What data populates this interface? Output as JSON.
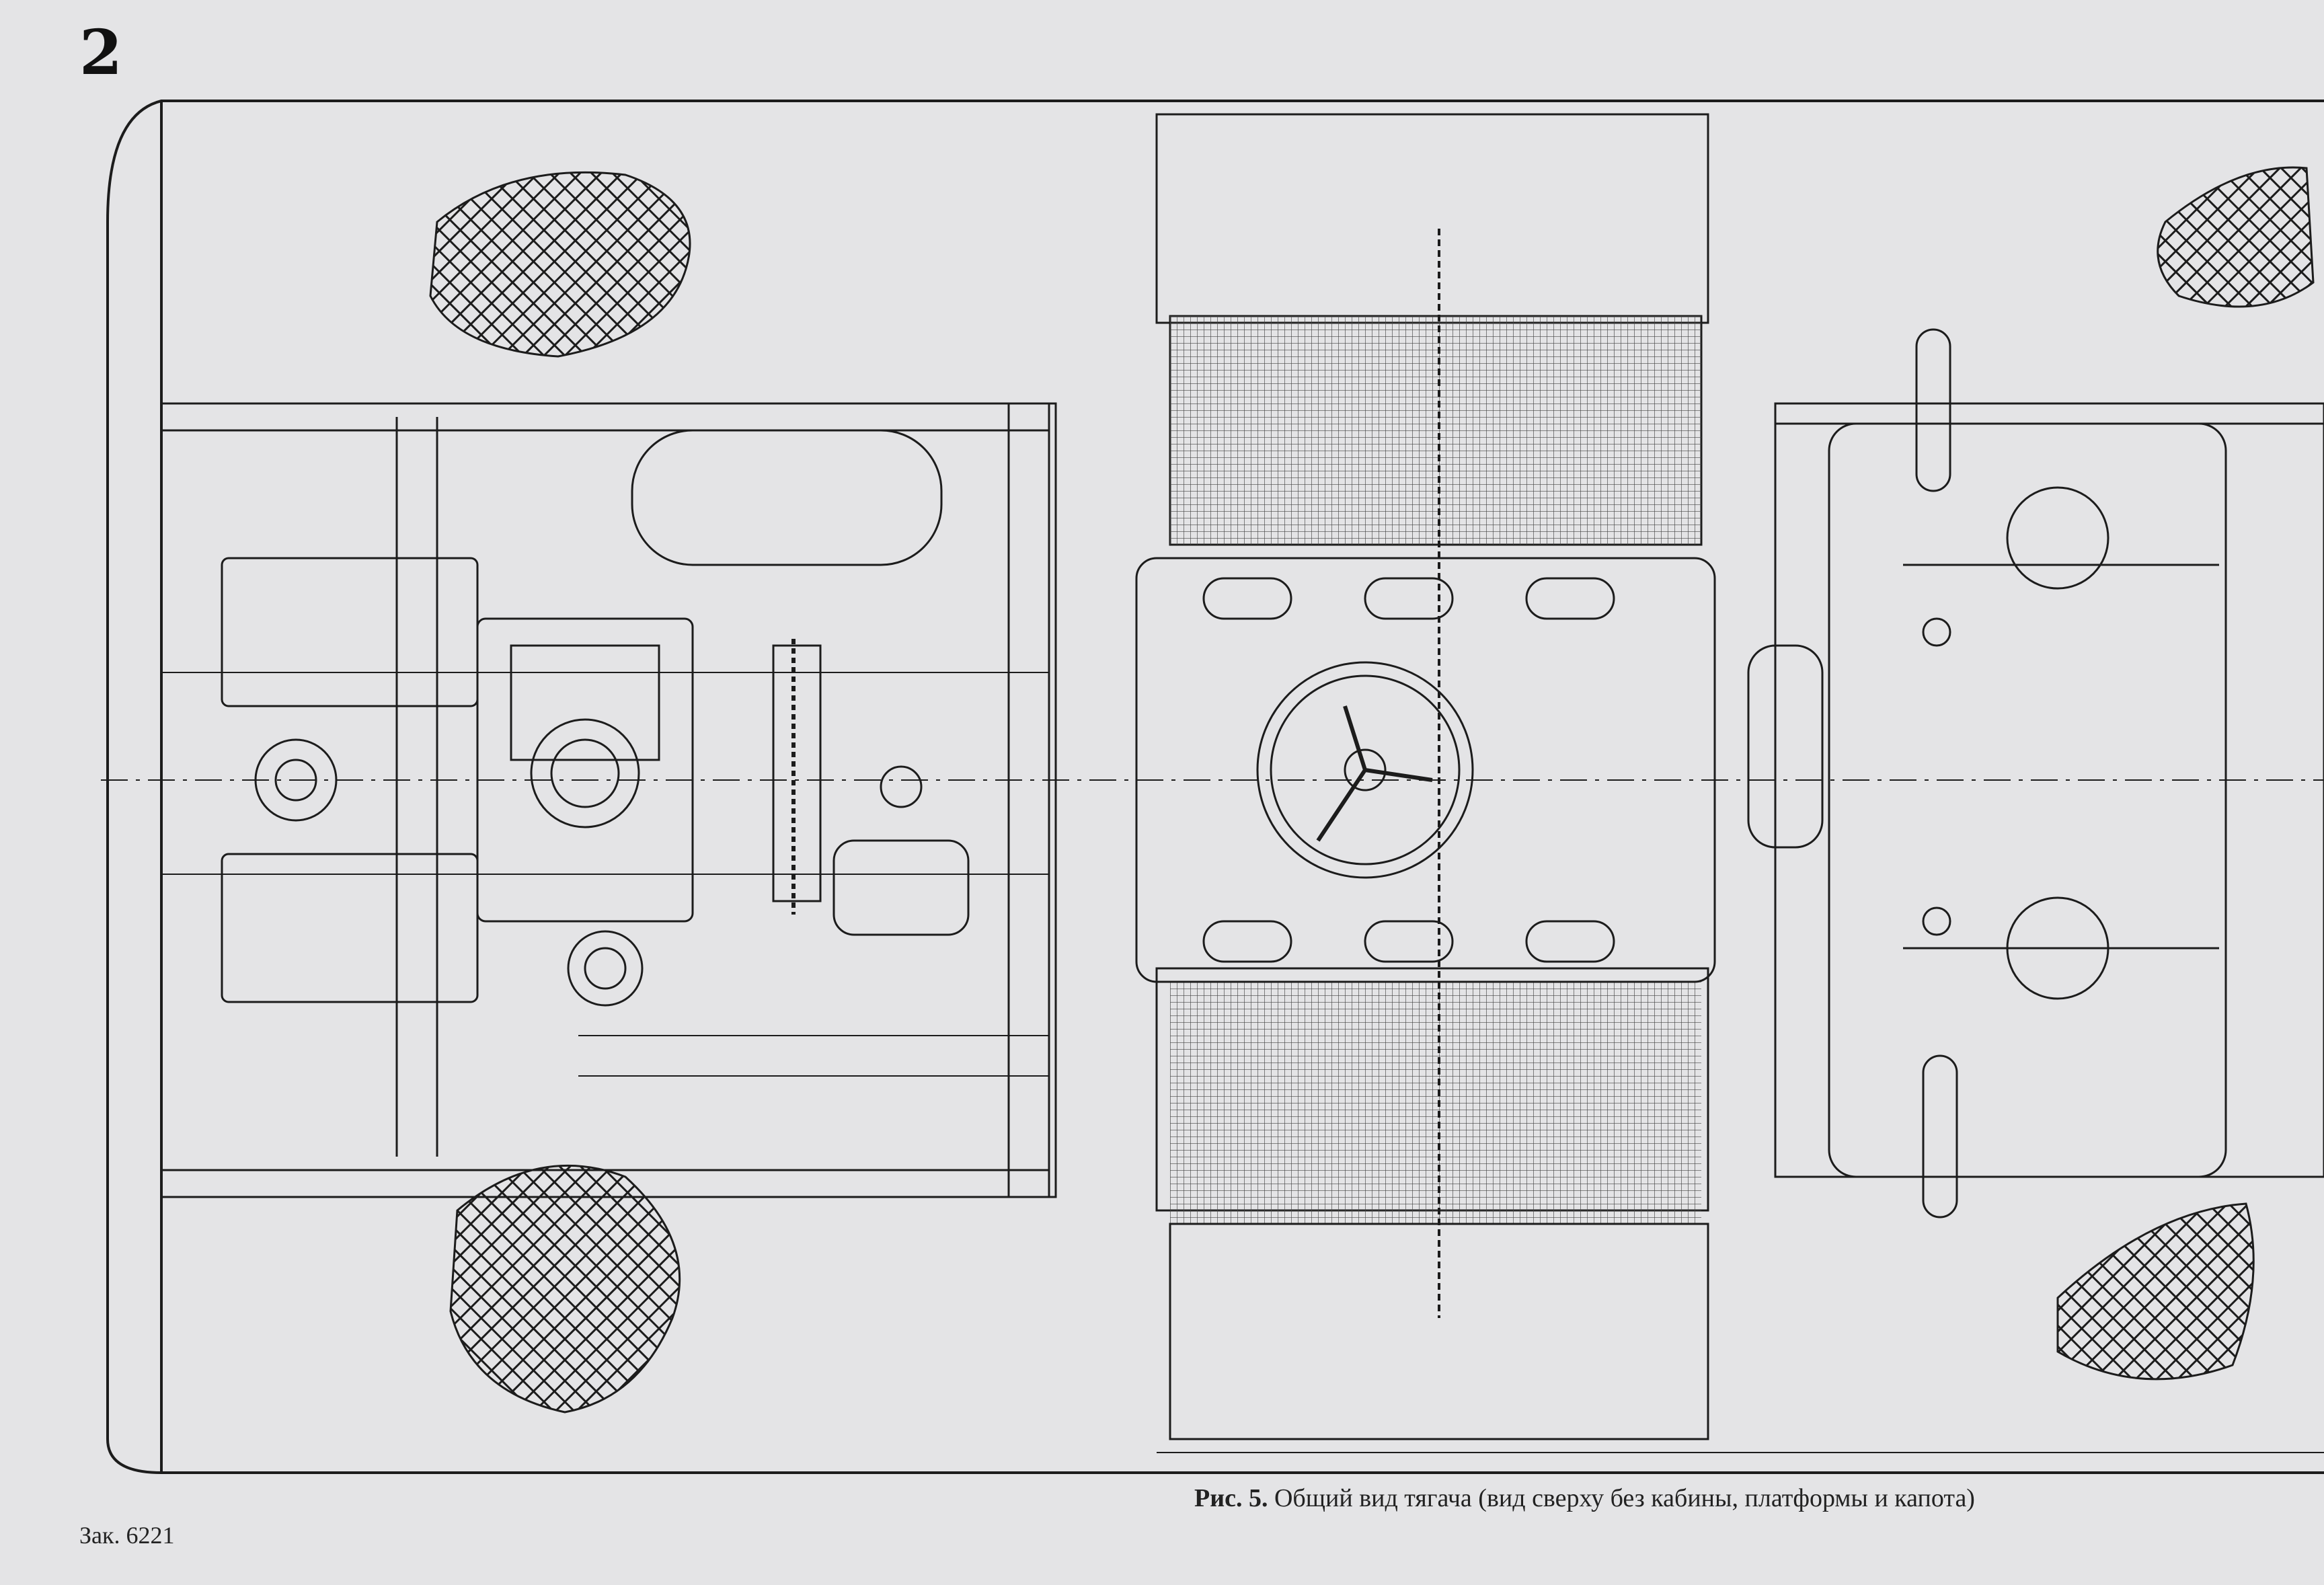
{
  "page": {
    "number": "2",
    "order": "Зак. 6221"
  },
  "caption": {
    "label": "Рис. 5.",
    "text": "Общий вид тягача (вид сверху без кабины, платформы и капота)"
  },
  "colors": {
    "paper": "#e4e4e6",
    "ink": "#1c1c1c"
  }
}
